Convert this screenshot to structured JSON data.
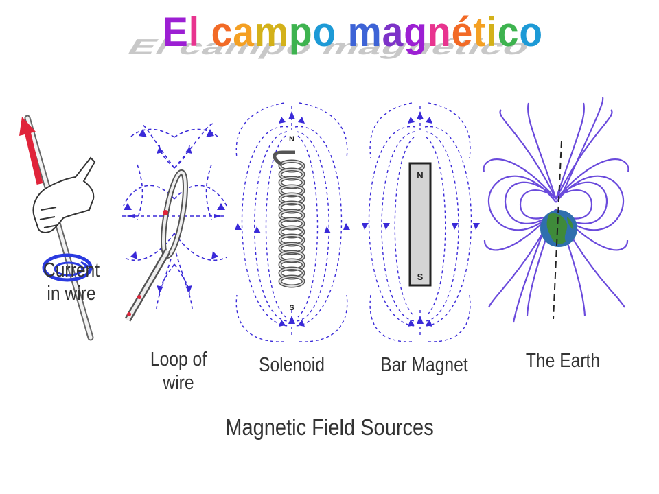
{
  "title": "El campo magnético",
  "title_colors": [
    "#9c1fd3",
    "#e8348f",
    "#f26a26",
    "#f4a023",
    "#d3b11a",
    "#3eb34f",
    "#1d9ad6",
    "#3d63d6",
    "#7d33c8"
  ],
  "sources": [
    {
      "label_line1": "Current",
      "label_line2": "in wire",
      "icon": "current-in-wire-icon"
    },
    {
      "label_line1": "Loop of",
      "label_line2": "wire",
      "icon": "loop-of-wire-icon"
    },
    {
      "label_line1": "Solenoid",
      "label_line2": "",
      "icon": "solenoid-icon"
    },
    {
      "label_line1": "Bar Magnet",
      "label_line2": "",
      "icon": "bar-magnet-icon"
    },
    {
      "label_line1": "The Earth",
      "label_line2": "",
      "icon": "earth-icon"
    }
  ],
  "pole_labels": {
    "north": "N",
    "south": "S"
  },
  "footer": "Magnetic Field Sources",
  "colors": {
    "field_line": "#3a2ad8",
    "earth_line": "#6a4adc",
    "current_arrow": "#e0243a",
    "magnet_fill": "#d4d4d4"
  }
}
